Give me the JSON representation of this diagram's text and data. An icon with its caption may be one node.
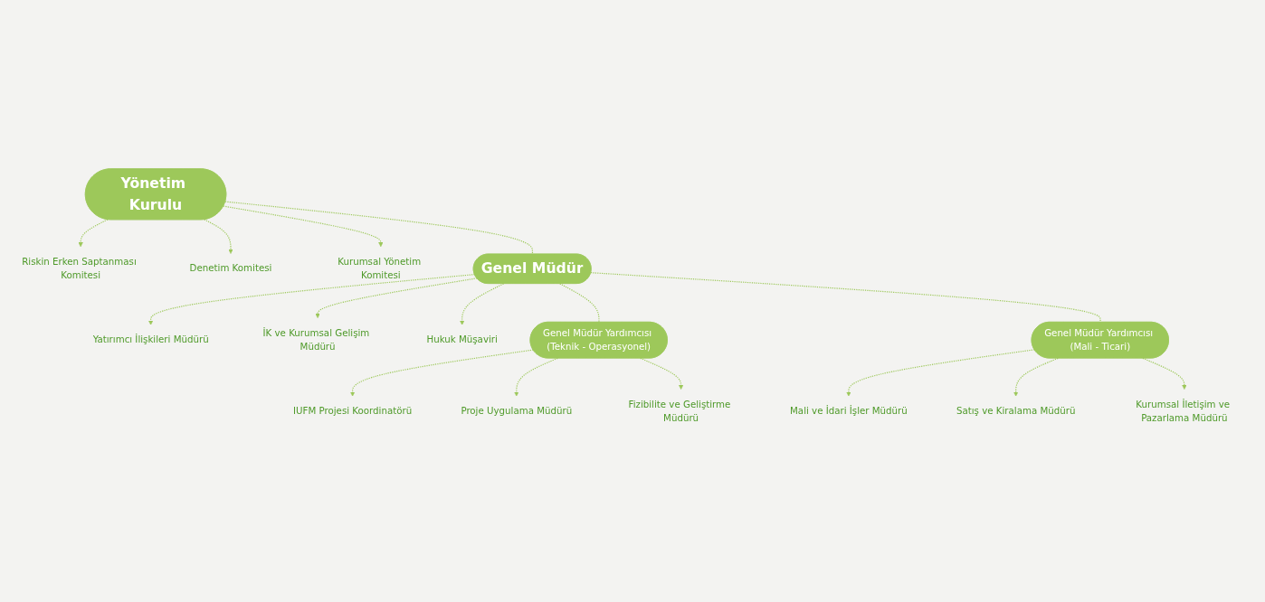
{
  "diagram": {
    "nodes": [
      {
        "text": [
          "Yönetim Kurulu"
        ]
      },
      {
        "text": [
          "Riskin Erken Saptanması Komitesi"
        ]
      },
      {
        "text": [
          "Denetim Komitesi"
        ]
      },
      {
        "text": [
          "Kurumsal Yönetim Komitesi"
        ]
      },
      {
        "text": [
          "Genel Müdür"
        ]
      },
      {
        "text": [
          "Yatırımcı İlişkileri Müdürü"
        ]
      },
      {
        "text": [
          "İK ve Kurumsal Gelişim Müdürü"
        ]
      },
      {
        "text": [
          "Hukuk Müşaviri"
        ]
      },
      {
        "text": [
          "Genel Müdür Yardımcısı (Teknik - Operasyonel)"
        ]
      },
      {
        "text": [
          "Genel Müdür Yardımcısı (Mali - Ticari)"
        ]
      },
      {
        "text": [
          "IUFM Projesi Koordinatörü"
        ]
      },
      {
        "text": [
          "Proje Uygulama Müdürü"
        ]
      },
      {
        "text": [
          "Fizibilite ve Geliştirme Müdürü"
        ]
      },
      {
        "text": [
          "Mali ve İdari İşler Müdürü"
        ]
      },
      {
        "text": [
          "Satış ve Kiralama Müdürü"
        ]
      },
      {
        "text": [
          "Kurumsal İletişim ve Pazarlama Müdürü"
        ]
      }
    ],
    "edges": [
      {
        "from": 0,
        "to": 1,
        "arrow": "to",
        "style": "dashed"
      },
      {
        "from": 0,
        "to": 2,
        "arrow": "to",
        "style": "dashed"
      },
      {
        "from": 0,
        "to": 3,
        "arrow": "to",
        "style": "dashed"
      },
      {
        "from": 0,
        "to": 4,
        "arrow": "none",
        "style": "dashed"
      },
      {
        "from": 4,
        "to": 5,
        "arrow": "to",
        "style": "dashed"
      },
      {
        "from": 4,
        "to": 6,
        "arrow": "to",
        "style": "dashed"
      },
      {
        "from": 4,
        "to": 7,
        "arrow": "to",
        "style": "dashed"
      },
      {
        "from": 4,
        "to": 8,
        "arrow": "none",
        "style": "dashed"
      },
      {
        "from": 4,
        "to": 9,
        "arrow": "none",
        "style": "dashed"
      },
      {
        "from": 8,
        "to": 10,
        "arrow": "to",
        "style": "dashed"
      },
      {
        "from": 8,
        "to": 11,
        "arrow": "to",
        "style": "dashed"
      },
      {
        "from": 8,
        "to": 12,
        "arrow": "to",
        "style": "dashed"
      },
      {
        "from": 9,
        "to": 13,
        "arrow": "to",
        "style": "dashed"
      },
      {
        "from": 9,
        "to": 14,
        "arrow": "to",
        "style": "dashed"
      },
      {
        "from": 9,
        "to": 15,
        "arrow": "to",
        "style": "dashed"
      }
    ]
  }
}
